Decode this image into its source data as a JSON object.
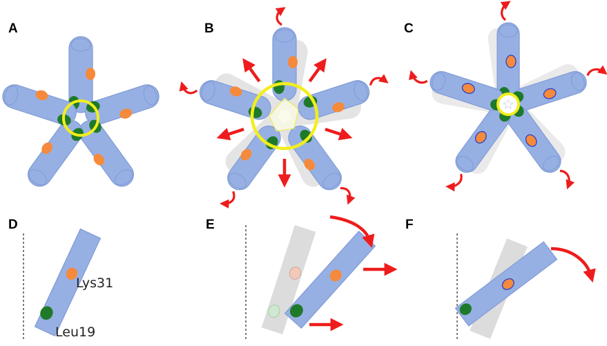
{
  "panels": [
    {
      "id": "A",
      "label": "A"
    },
    {
      "id": "B",
      "label": "B"
    },
    {
      "id": "C",
      "label": "C"
    },
    {
      "id": "D",
      "label": "D"
    },
    {
      "id": "E",
      "label": "E"
    },
    {
      "id": "F",
      "label": "F"
    }
  ],
  "residues": {
    "lys": "Lys31",
    "leu": "Leu19"
  },
  "colors": {
    "helix_fill": "#97b0e3",
    "helix_edge": "#7f9ad6",
    "ghost_fill": "#d9d9d9",
    "lys_orange": "#f58a3c",
    "leu_green": "#1e7a2a",
    "pore_ring": "#f2ee1d",
    "motion_arrow": "#ee1c1c",
    "lys_ring": "#2a3fc9"
  }
}
